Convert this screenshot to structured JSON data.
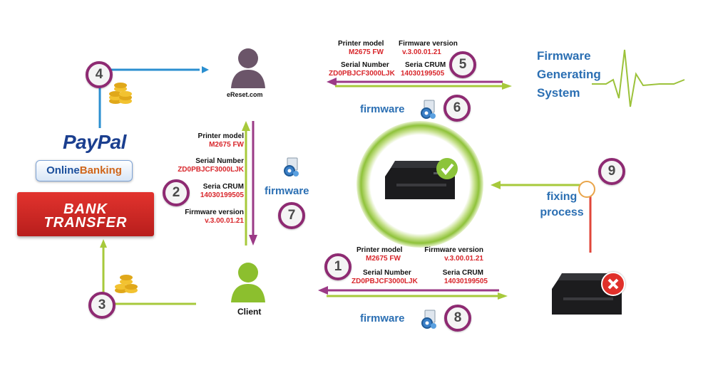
{
  "nodes": {
    "ereset": "eReset.com",
    "client": "Client",
    "firmware_system": [
      "Firmware",
      "Generating",
      "System"
    ],
    "fixing_process": [
      "fixing",
      "process"
    ]
  },
  "payment": {
    "paypal": "PayPal",
    "online_banking_a": "Online",
    "online_banking_b": "Banking",
    "bank_transfer": [
      "BANK",
      "TRANSFER"
    ]
  },
  "steps": [
    "1",
    "2",
    "3",
    "4",
    "5",
    "6",
    "7",
    "8",
    "9"
  ],
  "firmware_label": "firmware",
  "info_5": {
    "printer_model_label": "Printer model",
    "printer_model": "M2675 FW",
    "serial_label": "Serial Number",
    "serial": "ZD0PBJCF3000LJK",
    "firmware_label": "Firmware version",
    "firmware": "v.3.00.01.21",
    "crum_label": "Seria CRUM",
    "crum": "14030199505"
  },
  "info_2": {
    "printer_model_label": "Printer model",
    "printer_model": "M2675 FW",
    "serial_label": "Serial Number",
    "serial": "ZD0PBJCF3000LJK",
    "crum_label": "Seria CRUM",
    "crum": "14030199505",
    "firmware_label": "Firmware version",
    "firmware": "v.3.00.01.21"
  },
  "info_1": {
    "printer_model_label": "Printer model",
    "printer_model": "M2675 FW",
    "serial_label": "Serial Number",
    "serial": "ZD0PBJCF3000LJK",
    "firmware_label": "Firmware version",
    "firmware": "v.3.00.01.21",
    "crum_label": "Seria CRUM",
    "crum": "14030199505"
  },
  "colors": {
    "green": "#a7c93b",
    "purple": "#8e2a72",
    "blue": "#2b8fd0",
    "red": "#e0463a",
    "text_blue": "#2b6fb3",
    "value_red": "#d8262b"
  },
  "icons": [
    "user-icon",
    "client-user-icon",
    "coins-icon",
    "gear-icon",
    "printer-icon",
    "check-icon",
    "error-icon",
    "heartbeat-line"
  ]
}
